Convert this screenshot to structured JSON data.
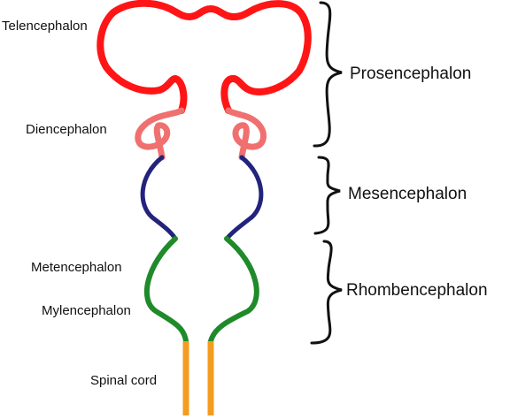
{
  "labels": {
    "telencephalon": "Telencephalon",
    "diencephalon": "Diencephalon",
    "metencephalon": "Metencephalon",
    "mylencephalon": "Mylencephalon",
    "spinal_cord": "Spinal cord"
  },
  "groups": {
    "prosencephalon": "Prosencephalon",
    "mesencephalon": "Mesencephalon",
    "rhombencephalon": "Rhombencephalon"
  },
  "colors": {
    "telencephalon": "#ff1515",
    "diencephalon": "#f07070",
    "mesencephalon": "#23237e",
    "rhombencephalon": "#1f8a2a",
    "spinal_cord": "#f39c1f",
    "brace": "#111111"
  }
}
